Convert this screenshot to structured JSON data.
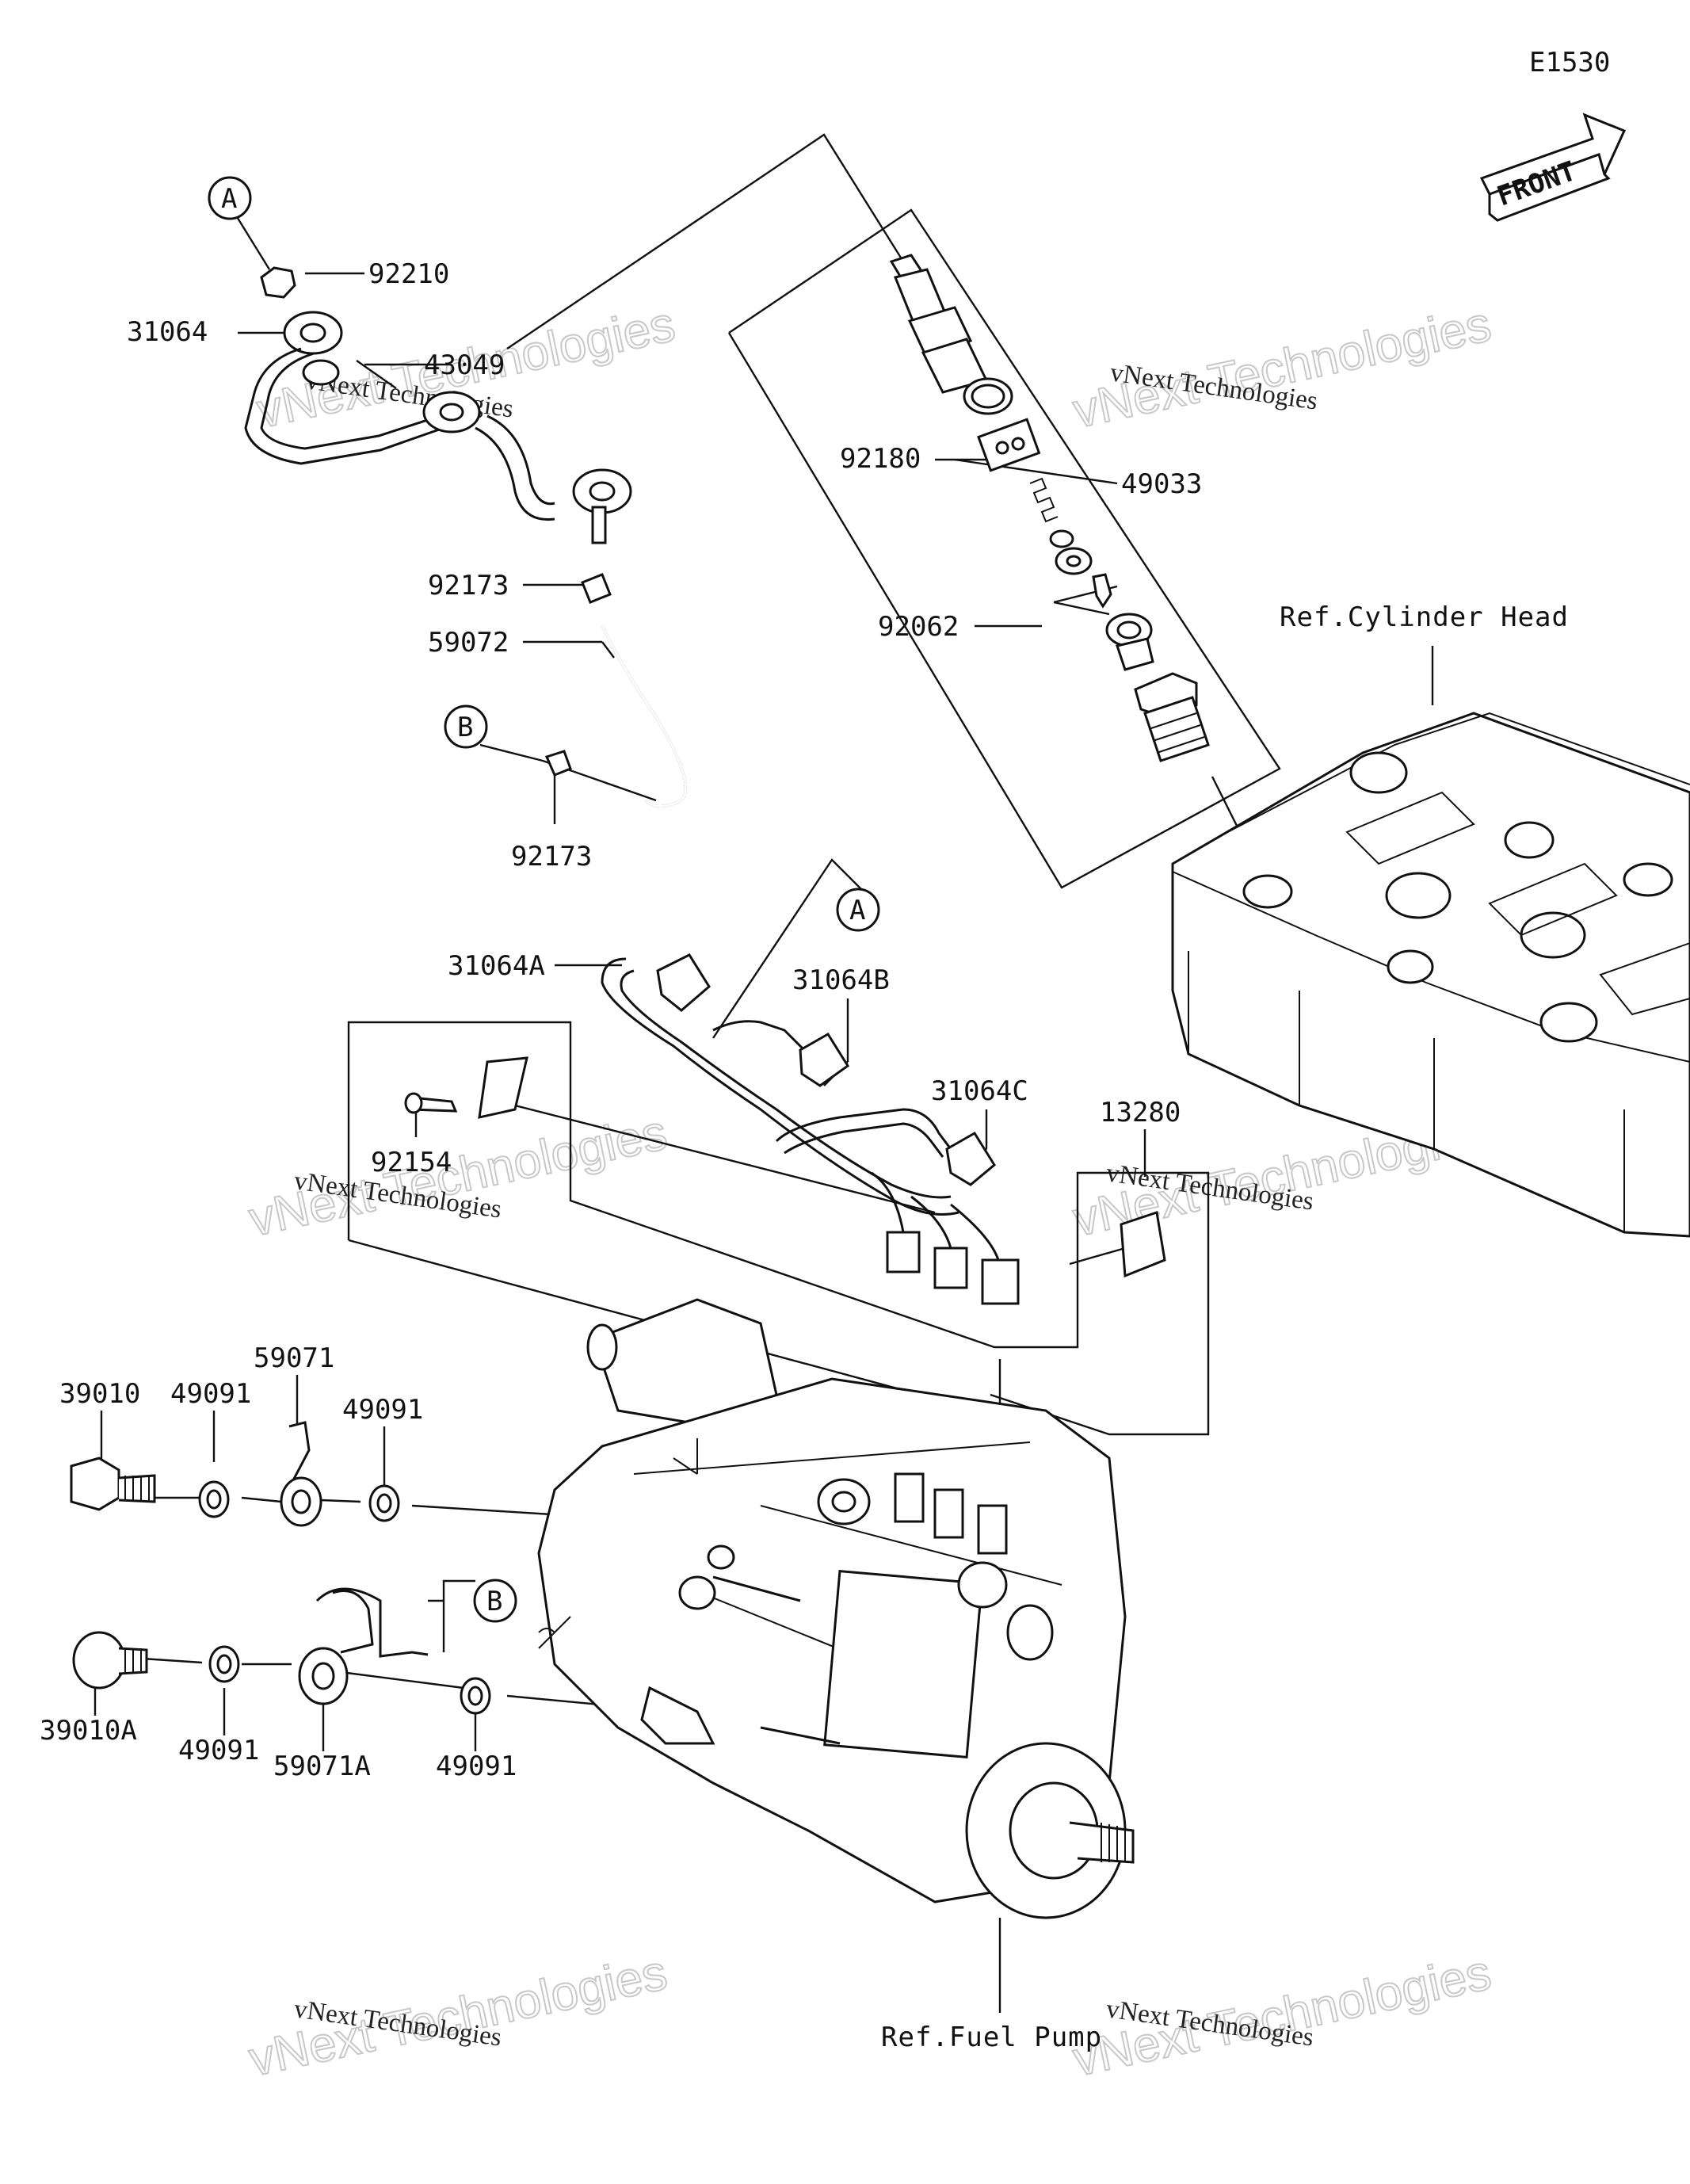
{
  "diagram_code": "E1530",
  "front_label": "FRONT",
  "reference_markers": [
    "A",
    "B"
  ],
  "part_numbers": {
    "p92210": "92210",
    "p31064": "31064",
    "p43049": "43049",
    "p92173_top": "92173",
    "p59072": "59072",
    "p92173_b": "92173",
    "p92180": "92180",
    "p49033": "49033",
    "p92062": "92062",
    "p31064A": "31064A",
    "p31064B": "31064B",
    "p31064C": "31064C",
    "p13280": "13280",
    "p92154": "92154",
    "p39010": "39010",
    "p49091_1": "49091",
    "p59071": "59071",
    "p49091_2": "49091",
    "p39010A": "39010A",
    "p49091_3": "49091",
    "p59071A": "59071A",
    "p49091_4": "49091"
  },
  "references": {
    "cylinder_head": "Ref.Cylinder Head",
    "fuel_pump": "Ref.Fuel Pump"
  },
  "watermark": {
    "line1": "vNext Technologies",
    "line2": "vNext Technologies"
  }
}
